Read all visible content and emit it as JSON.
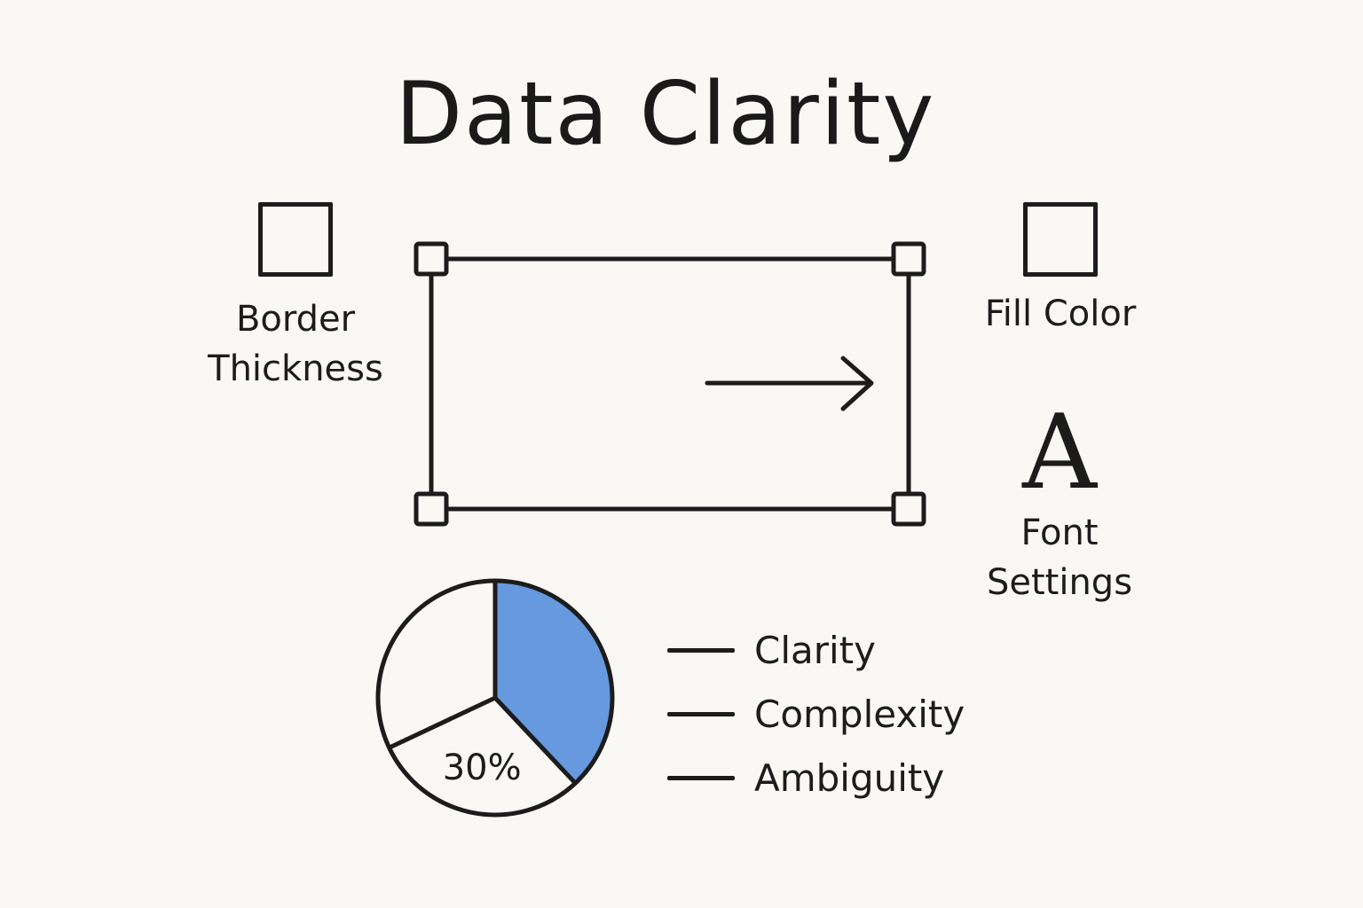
{
  "title": "Data Clarity",
  "tools": {
    "border": {
      "label": "Border\nThickness"
    },
    "fill": {
      "label": "Fill Color"
    },
    "font": {
      "glyph": "A",
      "label": "Font\nSettings"
    }
  },
  "colors": {
    "ink": "#1c1c1c",
    "accent": "#6699dd",
    "background": "#faf8f4"
  },
  "chart_data": {
    "type": "pie",
    "slices": [
      {
        "value": 38,
        "highlighted": true
      },
      {
        "value": 30,
        "label": "30%"
      },
      {
        "value": 32
      }
    ],
    "legend": [
      "Clarity",
      "Complexity",
      "Ambiguity"
    ]
  }
}
